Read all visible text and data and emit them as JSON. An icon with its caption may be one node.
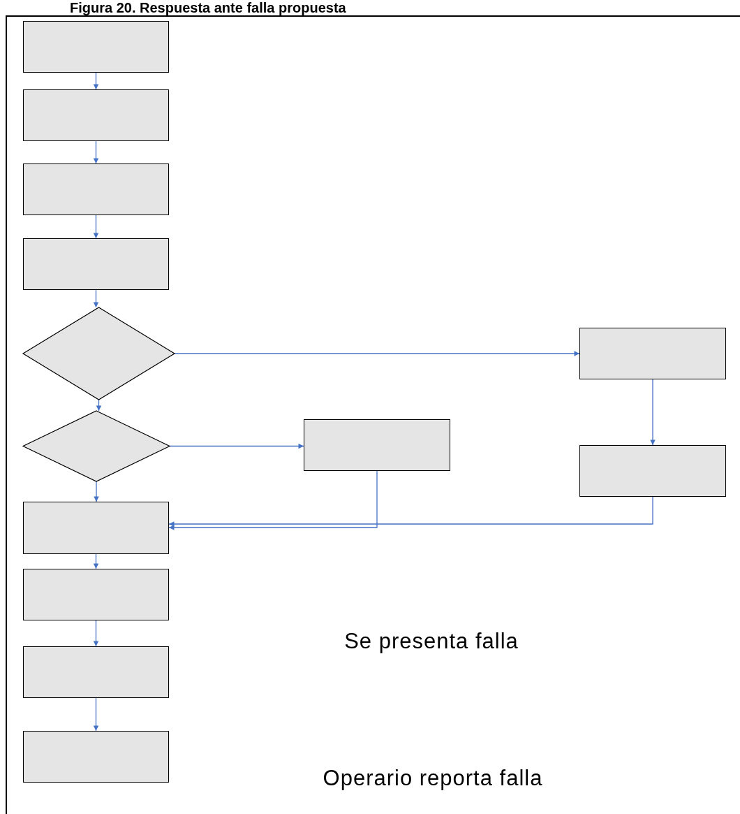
{
  "diagram": {
    "title": "Figura 20. Respuesta ante falla propuesta",
    "nodes": [
      {
        "text": [],
        "shape": "box"
      },
      {
        "text": [],
        "shape": "box"
      },
      {
        "text": [],
        "shape": "box"
      },
      {
        "text": [],
        "shape": "box"
      },
      {
        "text": [],
        "shape": "diamond"
      },
      {
        "text": [],
        "shape": "diamond"
      },
      {
        "text": [],
        "shape": "box"
      },
      {
        "text": [],
        "shape": "box"
      },
      {
        "text": [],
        "shape": "box"
      },
      {
        "text": [],
        "shape": "box"
      },
      {
        "text": [],
        "shape": "box"
      },
      {
        "text": [],
        "shape": "box"
      },
      {
        "text": [],
        "shape": "box"
      }
    ],
    "edges": [
      {
        "from": 0,
        "to": 1,
        "arrow": "to"
      },
      {
        "from": 1,
        "to": 2,
        "arrow": "to"
      },
      {
        "from": 2,
        "to": 3,
        "arrow": "to"
      },
      {
        "from": 3,
        "to": 4,
        "arrow": "to"
      },
      {
        "from": 4,
        "to": 5,
        "arrow": "to"
      },
      {
        "from": 5,
        "to": 6,
        "arrow": "to"
      },
      {
        "from": 6,
        "to": 7,
        "arrow": "to"
      },
      {
        "from": 7,
        "to": 8,
        "arrow": "to"
      },
      {
        "from": 8,
        "to": 9,
        "arrow": "to"
      },
      {
        "from": 4,
        "to": 11,
        "arrow": "to"
      },
      {
        "from": 11,
        "to": 12,
        "arrow": "to"
      },
      {
        "from": 5,
        "to": 10,
        "arrow": "to"
      },
      {
        "from": 10,
        "to": 6,
        "arrow": "to"
      },
      {
        "from": 12,
        "to": 6,
        "arrow": "to"
      }
    ],
    "labels": [
      "Se presenta falla",
      "Operario reporta falla"
    ]
  }
}
